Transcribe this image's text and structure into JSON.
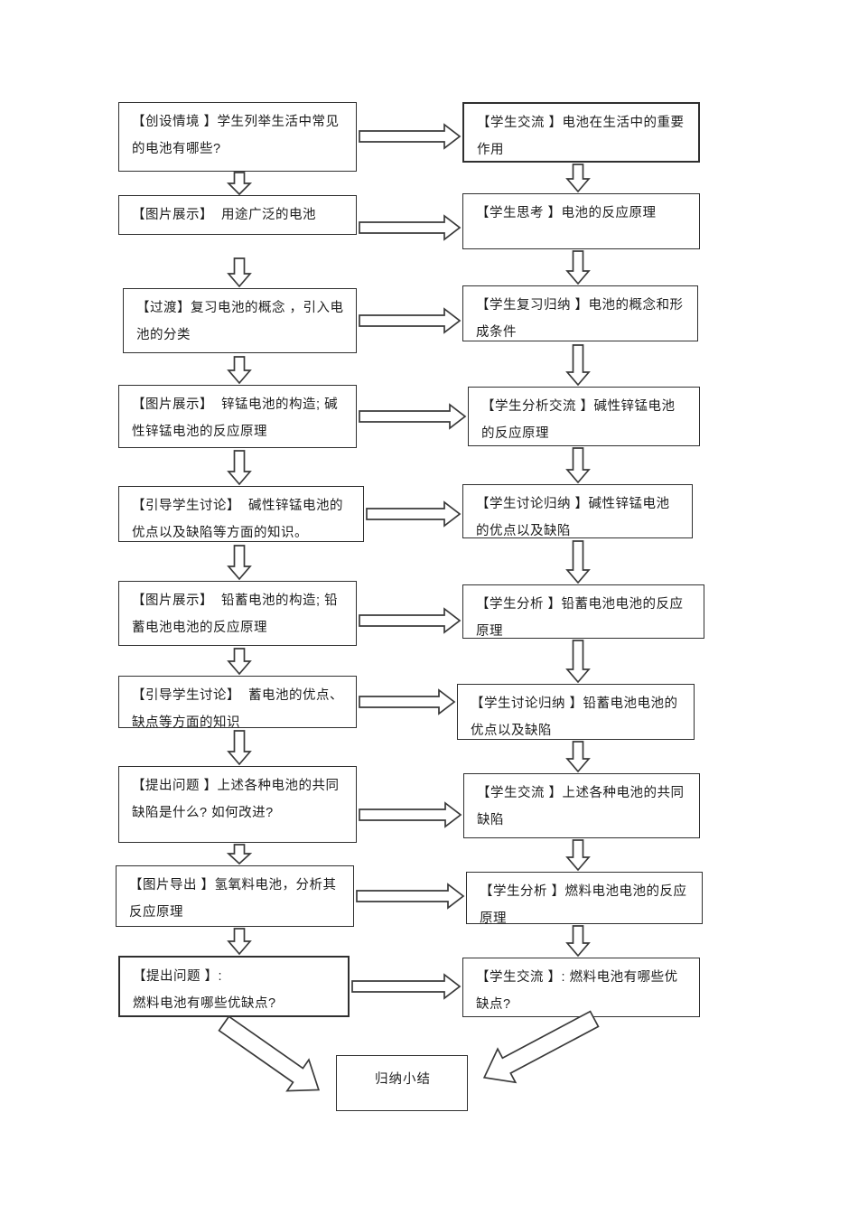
{
  "flow": {
    "rows": [
      {
        "left": "【创设情境 】学生列举生活中常见的电池有哪些?",
        "right": "【学生交流 】电池在生活中的重要作用"
      },
      {
        "left": "【图片展示】  用途广泛的电池",
        "right": "【学生思考 】电池的反应原理"
      },
      {
        "left": "【过渡】复习电池的概念 ，引入电池的分类",
        "right": "【学生复习归纳 】电池的概念和形成条件"
      },
      {
        "left": "【图片展示】  锌锰电池的构造; 碱性锌锰电池的反应原理",
        "right": "【学生分析交流 】碱性锌锰电池的反应原理"
      },
      {
        "left": "【引导学生讨论】  碱性锌锰电池的优点以及缺陷等方面的知识。",
        "right": "【学生讨论归纳 】碱性锌锰电池的优点以及缺陷"
      },
      {
        "left": "【图片展示】  铅蓄电池的构造; 铅蓄电池电池的反应原理",
        "right": "【学生分析 】铅蓄电池电池的反应原理"
      },
      {
        "left": "【引导学生讨论】  蓄电池的优点、缺点等方面的知识",
        "right": "【学生讨论归纳 】铅蓄电池电池的优点以及缺陷"
      },
      {
        "left": "【提出问题 】上述各种电池的共同缺陷是什么? 如何改进?",
        "right": "【学生交流 】上述各种电池的共同缺陷"
      },
      {
        "left": "【图片导出 】氢氧料电池，分析其反应原理",
        "right": "【学生分析 】燃料电池电池的反应原理"
      },
      {
        "left": "【提出问题 】:\n燃料电池有哪些优缺点?",
        "right": "【学生交流 】: 燃料电池有哪些优缺点?"
      }
    ],
    "summary": "归纳小结"
  },
  "colors": {
    "line": "#3a3a3a",
    "text": "#1c1c1c",
    "background": "#ffffff"
  }
}
